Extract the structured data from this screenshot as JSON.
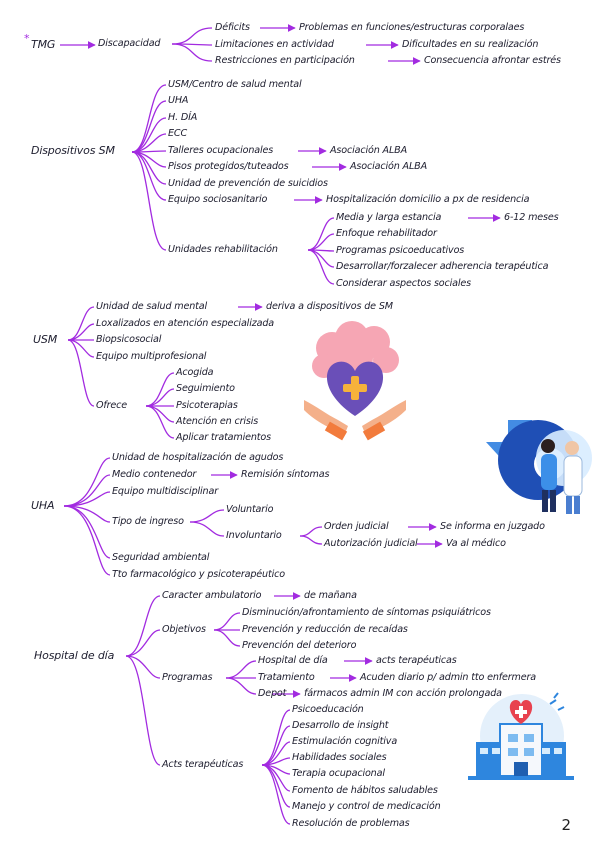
{
  "colors": {
    "branch": "#a22be0",
    "text": "#1d1d2e"
  },
  "tmg": {
    "star": "*",
    "root": "TMG",
    "discapacidad": "Discapacidad",
    "deficits": "Déficits",
    "deficits_r": "Problemas en funciones/estructuras corporalaes",
    "limitaciones": "Limitaciones en actividad",
    "limitaciones_r": "Dificultades en su realización",
    "restricciones": "Restricciones en participación",
    "restricciones_r": "Consecuencia afrontar estrés"
  },
  "dispositivos": {
    "root": "Dispositivos SM",
    "usm": "USM/Centro de salud mental",
    "uha": "UHA",
    "hdia": "H. DÍA",
    "ecc": "ECC",
    "talleres": "Talleres ocupacionales",
    "talleres_r": "Asociación ALBA",
    "pisos": "Pisos protegidos/tuteados",
    "pisos_r": "Asociación ALBA",
    "suicidio": "Unidad de prevención de suicidios",
    "equipo": "Equipo sociosanitario",
    "equipo_r": "Hospitalización domicilio a px de residencia",
    "unidades": "Unidades rehabilitación",
    "media": "Media y larga estancia",
    "media_r": "6-12 meses",
    "enfoque": "Enfoque rehabilitador",
    "programas": "Programas psicoeducativos",
    "desarrollar": "Desarrollar/forzalecer adherencia terapéutica",
    "considerar": "Considerar aspectos sociales"
  },
  "usm": {
    "root": "USM",
    "unidad": "Unidad de salud mental",
    "unidad_r": "deriva a dispositivos de SM",
    "localizados": "Loxalizados en atención especializada",
    "biopsico": "Biopsicosocial",
    "equipo": "Equipo multiprofesional",
    "ofrece": "Ofrece",
    "acogida": "Acogida",
    "seguimiento": "Seguimiento",
    "psicoterapias": "Psicoterapias",
    "atencion": "Atención en crisis",
    "aplicar": "Aplicar tratamientos"
  },
  "uha": {
    "root": "UHA",
    "unidad": "Unidad de hospitalización de agudos",
    "medio": "Medio contenedor",
    "medio_r": "Remisión síntomas",
    "equipo": "Equipo multidisciplinar",
    "tipo": "Tipo de ingreso",
    "voluntario": "Voluntario",
    "involuntario": "Involuntario",
    "orden": "Orden judicial",
    "orden_r": "Se informa en juzgado",
    "autorizacion": "Autorización judicial",
    "autorizacion_r": "Va al médico",
    "seguridad": "Seguridad ambiental",
    "tto": "Tto farmacológico y psicoterapéutico"
  },
  "hdia": {
    "root": "Hospital de día",
    "caracter": "Caracter ambulatorio",
    "caracter_r": "de mañana",
    "objetivos": "Objetivos",
    "obj1": "Disminución/afrontamiento de síntomas psiquiátricos",
    "obj2": "Prevención y reducción de recaídas",
    "obj3": "Prevención del deterioro",
    "programas": "Programas",
    "p_hosp": "Hospital de día",
    "p_hosp_r": "acts terapéuticas",
    "p_trat": "Tratamiento",
    "p_trat_r": "Acuden diario p/ admin tto enfermera",
    "p_depot": "Depot",
    "p_depot_r": "fármacos admin IM con acción prolongada",
    "acts": "Acts terapéuticas",
    "a1": "Psicoeducación",
    "a2": "Desarrollo de insight",
    "a3": "Estimulación cognitiva",
    "a4": "Habilidades sociales",
    "a5": "Terapia ocupacional",
    "a6": "Fomento de hábitos saludables",
    "a7": "Manejo y control de medicación",
    "a8": "Resolución de problemas"
  },
  "page_number": "2",
  "icons": [
    "brain-heart-hands-icon",
    "doctor-patient-icon",
    "hospital-building-icon"
  ]
}
